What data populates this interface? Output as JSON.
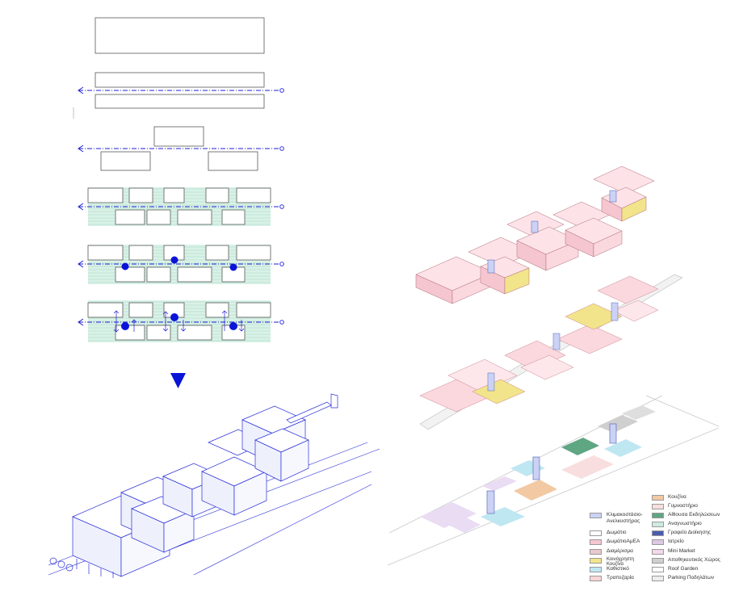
{
  "colors": {
    "line_blue": "#1d1fd6",
    "outline": "#6a6a6a",
    "green": "#cfece0",
    "light_gray": "#bdbdbd"
  },
  "icons": {
    "arrow": "down-triangle-arrow-icon"
  },
  "legend": {
    "left": [
      {
        "label": "Κλιμακοστάσιο-\nΑνελκυστήρας",
        "color": "#cbd2f5"
      },
      {
        "label": "Δωμάτιο",
        "color": "#ffffff"
      },
      {
        "label": "ΔωμάτιοΑμΕΑ",
        "color": "#f5c6cf"
      },
      {
        "label": "Διαμέρισμα",
        "color": "#e9c9cf"
      },
      {
        "label": "Κοινόχρηστη\nΚουζίνα",
        "color": "#f2e48a"
      },
      {
        "label": "Καθιστικό",
        "color": "#bfe7f2"
      },
      {
        "label": "Τραπεζαρία",
        "color": "#f8d6d6"
      }
    ],
    "right": [
      {
        "label": "Κουζίνα",
        "color": "#f2c9a3"
      },
      {
        "label": "Γυμναστήριο",
        "color": "#f8dede"
      },
      {
        "label": "Αίθουσα Εκδηλώσεων",
        "color": "#5fa683"
      },
      {
        "label": "Αναγνωστήριο",
        "color": "#cdebe0"
      },
      {
        "label": "Γραφείο Διοίκησης",
        "color": "#4a5db0"
      },
      {
        "label": "Ιατρείο",
        "color": "#dcc7e4"
      },
      {
        "label": "Mini Market",
        "color": "#f3d7ea"
      },
      {
        "label": "Αποθηκευτικός Χώρος",
        "color": "#cfcfcf"
      },
      {
        "label": "Roof Garden",
        "color": "#ffffff"
      },
      {
        "label": "Parking Ποδηλάτων",
        "color": "#ededed"
      }
    ]
  }
}
